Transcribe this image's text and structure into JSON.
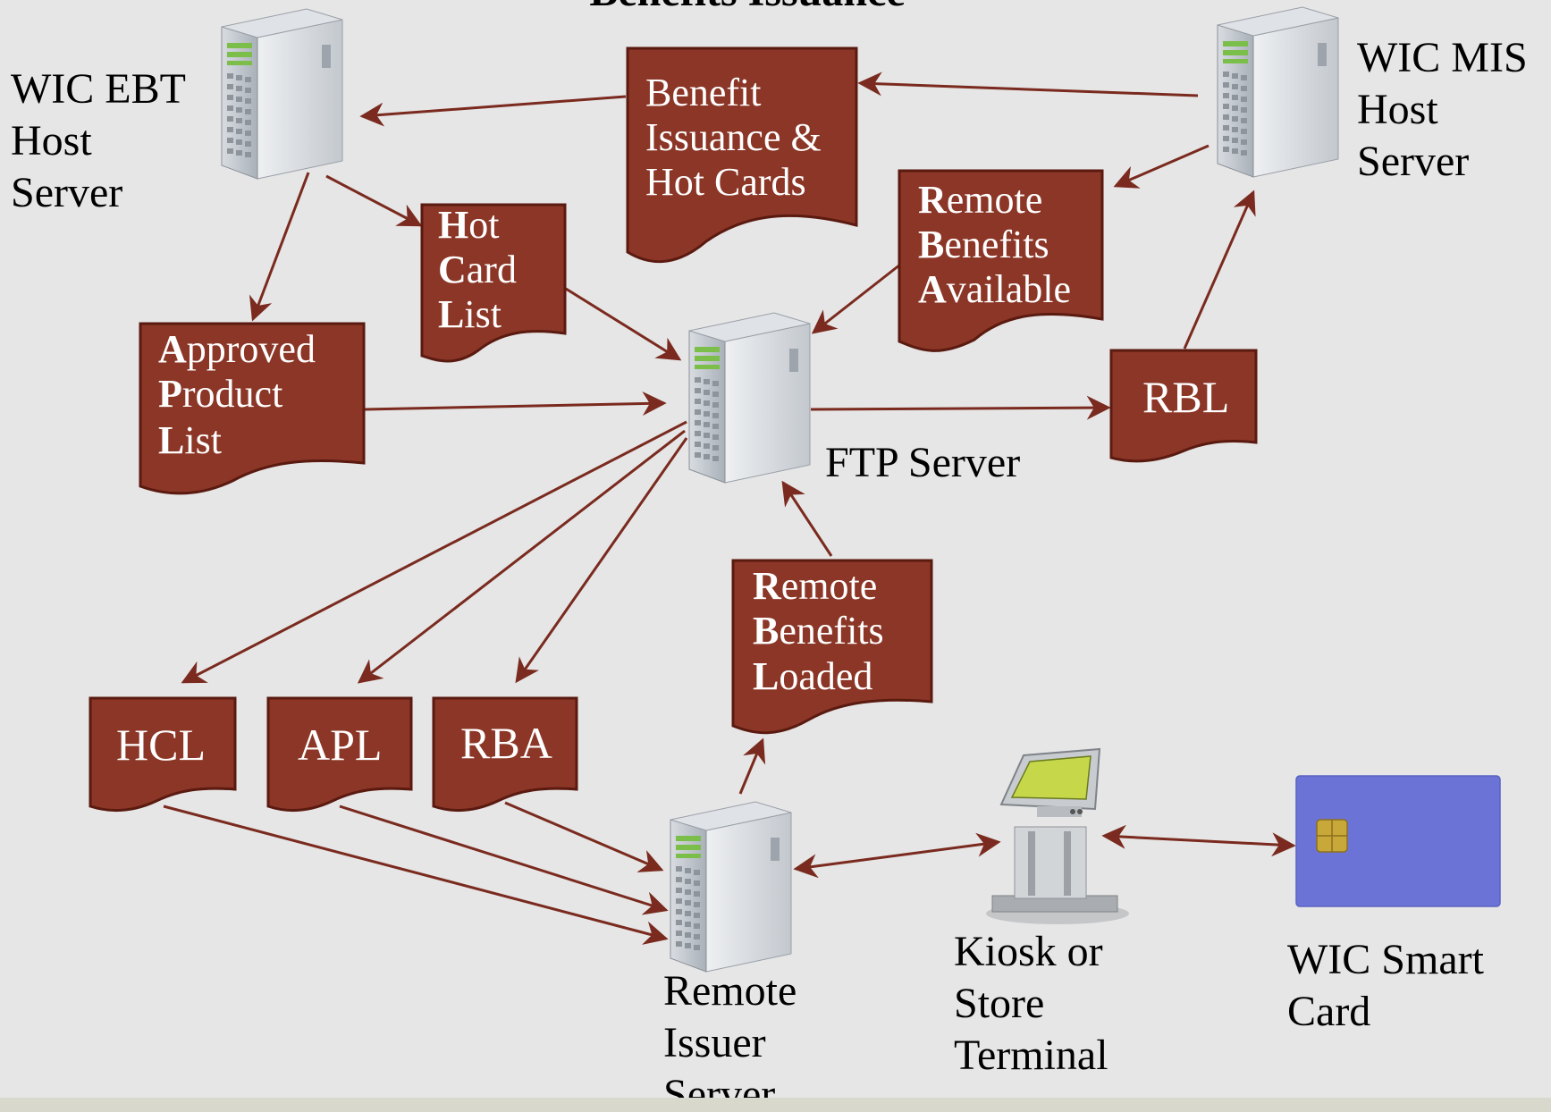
{
  "title": "Benefits Issuance",
  "colors": {
    "background": "#e6e6e6",
    "doc_fill": "#8b3626",
    "doc_stroke": "#5a1a10",
    "arrow": "#7a2a1e",
    "card": "#6b74d6",
    "chip": "#c9a83a"
  },
  "servers": {
    "wic_ebt": {
      "line1": "WIC EBT",
      "line2": "Host",
      "line3": "Server"
    },
    "wic_mis": {
      "line1": "WIC MIS",
      "line2": "Host",
      "line3": "Server"
    },
    "ftp": {
      "line1": "FTP Server"
    },
    "remote_issuer": {
      "line1": "Remote",
      "line2": "Issuer",
      "line3": "Server"
    }
  },
  "kiosk": {
    "line1": "Kiosk or",
    "line2": "Store",
    "line3": "Terminal"
  },
  "smart_card": {
    "line1": "WIC Smart",
    "line2": "Card"
  },
  "documents": {
    "benefit_issuance": {
      "line1": "Benefit",
      "line2": "Issuance &",
      "line3": "Hot Cards"
    },
    "hot_card_list": {
      "i1": "H",
      "r1": "ot",
      "i2": "C",
      "r2": "ard",
      "i3": "L",
      "r3": "ist"
    },
    "approved_product_list": {
      "i1": "A",
      "r1": "pproved",
      "i2": "P",
      "r2": "roduct",
      "i3": "L",
      "r3": "ist"
    },
    "remote_benefits_available": {
      "i1": "R",
      "r1": "emote",
      "i2": "B",
      "r2": "enefits",
      "i3": "A",
      "r3": "vailable"
    },
    "remote_benefits_loaded": {
      "i1": "R",
      "r1": "emote",
      "i2": "B",
      "r2": "enefits",
      "i3": "L",
      "r3": "oaded"
    },
    "rbl": {
      "label": "RBL"
    },
    "hcl": {
      "label": "HCL"
    },
    "apl": {
      "label": "APL"
    },
    "rba": {
      "label": "RBA"
    }
  }
}
